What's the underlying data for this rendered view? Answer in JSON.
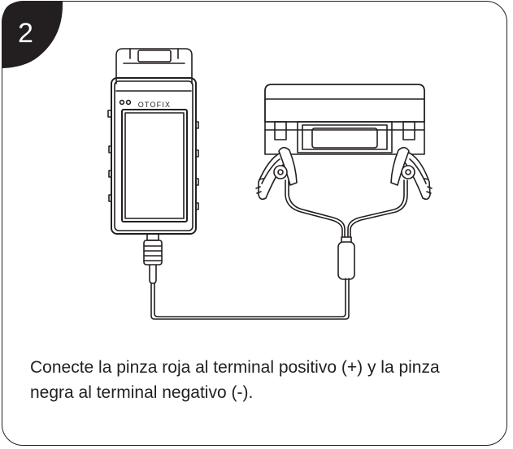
{
  "step": {
    "number": "2"
  },
  "device": {
    "brand": "OTOFIX"
  },
  "instruction": {
    "text": "Conecte la pinza roja al terminal positivo (+) y la pinza negra al terminal negativo (-)."
  },
  "colors": {
    "ink": "#231f20",
    "tab_fill": "#231f20",
    "background": "#ffffff"
  }
}
